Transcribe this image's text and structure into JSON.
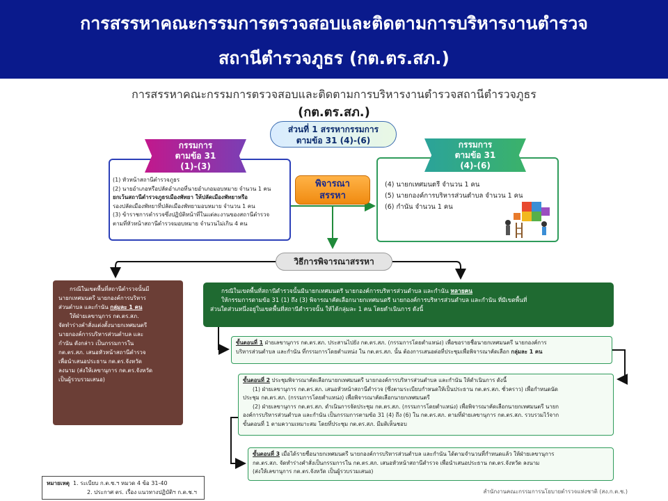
{
  "banner": {
    "line1": "การสรรหาคณะกรรมการตรวจสอบและติดตามการบริหารงานตำรวจ",
    "line2": "สถานีตำรวจภูธร (กต.ตร.สภ.)"
  },
  "title": {
    "line1": "การสรรหาคณะกรรมการตรวจสอบและติดตามการบริหารงานตำรวจสถานีตำรวจภูธร",
    "line2": "(กต.ตร.สภ.)"
  },
  "part1": {
    "line1": "ส่วนที่ 1 สรรหากรรมการ",
    "line2": "ตามข้อ 31 (4)-(6)"
  },
  "left_group": {
    "label_line1": "กรรมการ",
    "label_line2": "ตามข้อ 31",
    "label_line3": "(1)-(3)",
    "items": [
      "(1) หัวหน้าสถานีตำรวจภูธร",
      "(2) นายอำเภอหรือปลัดอำเภอที่นายอำเภอมอบหมาย จำนวน 1 คน",
      "ยกเว้นสถานีตำรวจภูธรเมืองพัทยา ให้ปลัดเมืองพัทยาหรือ",
      "รองปลัดเมืองพัทยาที่ปลัดเมืองพัทยามอบหมาย จำนวน 1 คน",
      "(3) ข้าราชการตำรวจซึ่งปฏิบัติหน้าที่ในแต่ละงานของสถานีตำรวจ",
      "ตามที่หัวหน้าสถานีตำรวจมอบหมาย จำนวนไม่เกิน 4 คน"
    ]
  },
  "right_group": {
    "label_line1": "กรรมการ",
    "label_line2": "ตามข้อ 31",
    "label_line3": "(4)-(6)",
    "items": [
      "(4) นายกเทศมนตรี จำนวน 1 คน",
      "(5) นายกองค์การบริหารส่วนตำบล จำนวน 1 คน",
      "(6) กำนัน จำนวน 1 คน"
    ]
  },
  "consider": {
    "line1": "พิจารณา",
    "line2": "สรรหา"
  },
  "method_label": "วิธีการพิจารณาสรรหา",
  "case_single": {
    "line1": "กรณีในเขตพื้นที่สถานีตำรวจนั้นมี",
    "line2": "นายกเทศมนตรี นายกองค์การบริหาร",
    "line3_pre": "ส่วนตำบล และกำนัน ",
    "line3_em": "กลุ่มละ 1 คน",
    "rest": [
      "ให้ฝ่ายเลขานุการ กต.ตร.สภ.",
      "จัดทำร่างคำสั่งแต่งตั้งนายกเทศมนตรี",
      "นายกองค์การบริหารส่วนตำบล และ",
      "กำนัน ดังกล่าว เป็นกรรมการใน",
      "กต.ตร.สภ. เสนอหัวหน้าสถานีตำรวจ",
      "เพื่อนำเสนอประธาน กต.ตร.จังหวัด",
      "ลงนาม (ส่งให้เลขานุการ กต.ตร.จังหวัด",
      "เป็นผู้รวบรวมเสนอ)"
    ]
  },
  "case_multiple": {
    "line1_pre": "กรณีในเขตพื้นที่สถานีตำรวจนั้นมีนายกเทศมนตรี นายกองค์การบริหารส่วนตำบล และกำนัน ",
    "line1_em": "หลายคน",
    "line2": "ให้กรรมการตามข้อ 31 (1) ถึง (3) พิจารณาคัดเลือกนายกเทศมนตรี นายกองค์การบริหารส่วนตำบล และกำนัน ที่มีเขตพื้นที่",
    "line3": "ส่วนใดส่วนหนึ่งอยู่ในเขตพื้นที่สถานีตำรวจนั้น ให้ได้กลุ่มละ 1 คน โดยดำเนินการ ดังนี้"
  },
  "step1": {
    "label": "ขั้นตอนที่ 1",
    "line1": " ฝ่ายเลขานุการ กต.ตร.สภ. ประสานไปยัง กต.ตร.สภ. (กรรมการโดยตำแหน่ง) เพื่อขอรายชื่อนายกเทศมนตรี นายกองค์การ",
    "line2_pre": "บริหารส่วนตำบล และกำนัน ที่กรรมการโดยตำแหน่ง ใน กต.ตร.สภ. นั้น ต้องการเสนอต่อที่ประชุมเพื่อพิจารณาคัดเลือก ",
    "line2_em": "กลุ่มละ 1 คน"
  },
  "step2": {
    "label": "ขั้นตอนที่ 2",
    "line1": " ประชุมพิจารณาคัดเลือกนายกเทศมนตรี นายกองค์การบริหารส่วนตำบล และกำนัน ให้ดำเนินการ ดังนี้",
    "line2": "(1) ฝ่ายเลขานุการ กต.ตร.สภ. เสนอหัวหน้าสถานีตำรวจ (ซึ่งตามระเบียบกำหนดให้เป็นประธาน กต.ตร.สภ. ชั่วคราว) เพื่อกำหนดนัด",
    "line3": "ประชุม กต.ตร.สภ. (กรรมการโดยตำแหน่ง) เพื่อพิจารณาคัดเลือกนายกเทศมนตรี",
    "line4": "(2) ฝ่ายเลขานุการ กต.ตร.สภ. ดำเนินการจัดประชุม กต.ตร.สภ. (กรรมการโดยตำแหน่ง) เพื่อพิจารณาคัดเลือกนายกเทศมนตรี นายก",
    "line5": "องค์การบริหารส่วนตำบล และกำนัน เป็นกรรมการตามข้อ 31 (4) ถึง (6) ใน กต.ตร.สภ. ตามที่ฝ่ายเลขานุการ กต.ตร.สภ. รวบรวมไว้จาก",
    "line6": "ขั้นตอนที่ 1 ตามความเหมาะสม โดยที่ประชุม กต.ตร.สภ. มีมติเห็นชอบ"
  },
  "step3": {
    "label": "ขั้นตอนที่ 3",
    "line1": " เมื่อได้รายชื่อนายกเทศมนตรี นายกองค์การบริหารส่วนตำบล และกำนัน ได้ตามจำนวนที่กำหนดแล้ว ให้ฝ่ายเลขานุการ",
    "line2": "กต.ตร.สภ. จัดทำร่างคำสั่งเป็นกรรมการใน กต.ตร.สภ. เสนอหัวหน้าสถานีตำรวจ เพื่อนำเสนอประธาน กต.ตร.จังหวัด ลงนาม",
    "line3": "(ส่งให้เลขานุการ กต.ตร.จังหวัด เป็นผู้รวบรวมเสนอ)"
  },
  "note": {
    "label": "หมายเหตุ",
    "line1": "1. ระเบียบ ก.ต.ช.ฯ หมวด 4 ข้อ 31-40",
    "line2": "2. ประกาศ ตร. เรื่อง แนวทางปฏิบัติฯ ก.ต.ช.ฯ"
  },
  "footer": "สำนักงานคณะกรรมการนโยบายตำรวจแห่งชาติ (สง.ก.ต.ช.)",
  "colors": {
    "banner": "#0a1a8c",
    "green": "#1f6a31",
    "brown": "#6b3e36",
    "orange": "#f08a10"
  }
}
